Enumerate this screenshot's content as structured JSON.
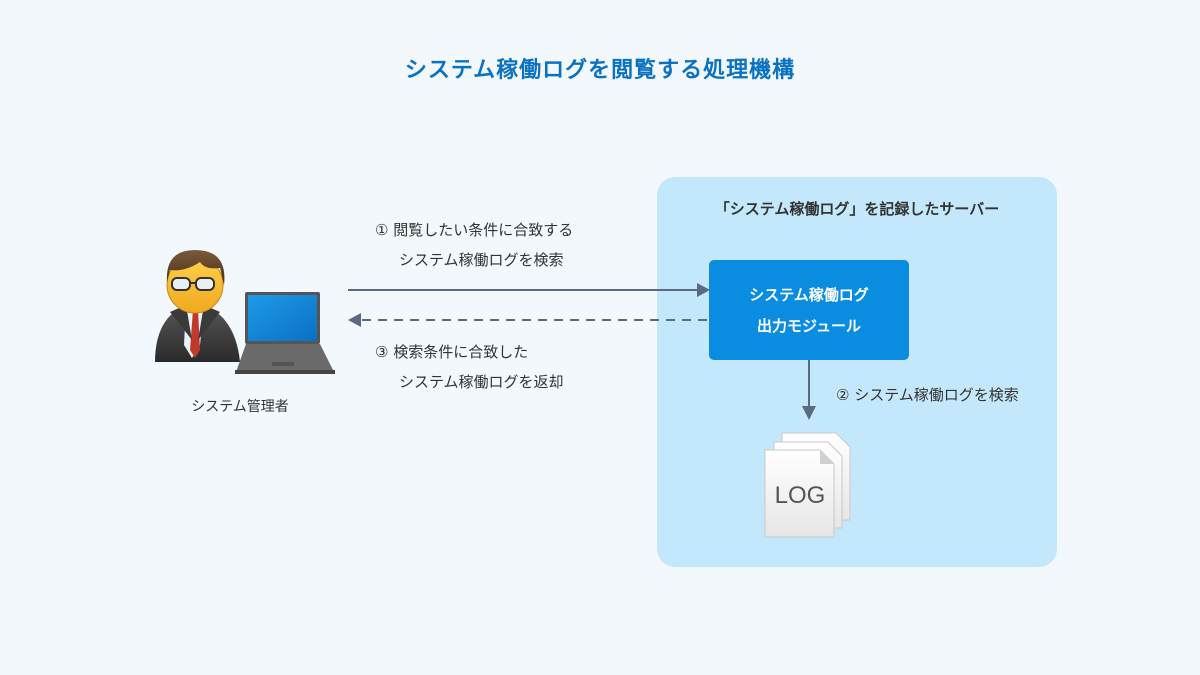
{
  "title": "システム稼働ログを閲覧する処理機構",
  "admin": {
    "label": "システム管理者"
  },
  "server": {
    "label": "「システム稼働ログ」を記録したサーバー",
    "module_line1": "システム稼働ログ",
    "module_line2": "出力モジュール",
    "log_file_text": "LOG"
  },
  "steps": {
    "step1_line1": "① 閲覧したい条件に合致する",
    "step1_line2": "システム稼働ログを検索",
    "step2": "② システム稼働ログを検索",
    "step3_line1": "③ 検索条件に合致した",
    "step3_line2": "システム稼働ログを返却"
  },
  "colors": {
    "title": "#0a72c2",
    "server_box": "#c4e8fb",
    "module": "#0a8de0",
    "arrow": "#5a6a80",
    "background": "#f3f8fc"
  }
}
